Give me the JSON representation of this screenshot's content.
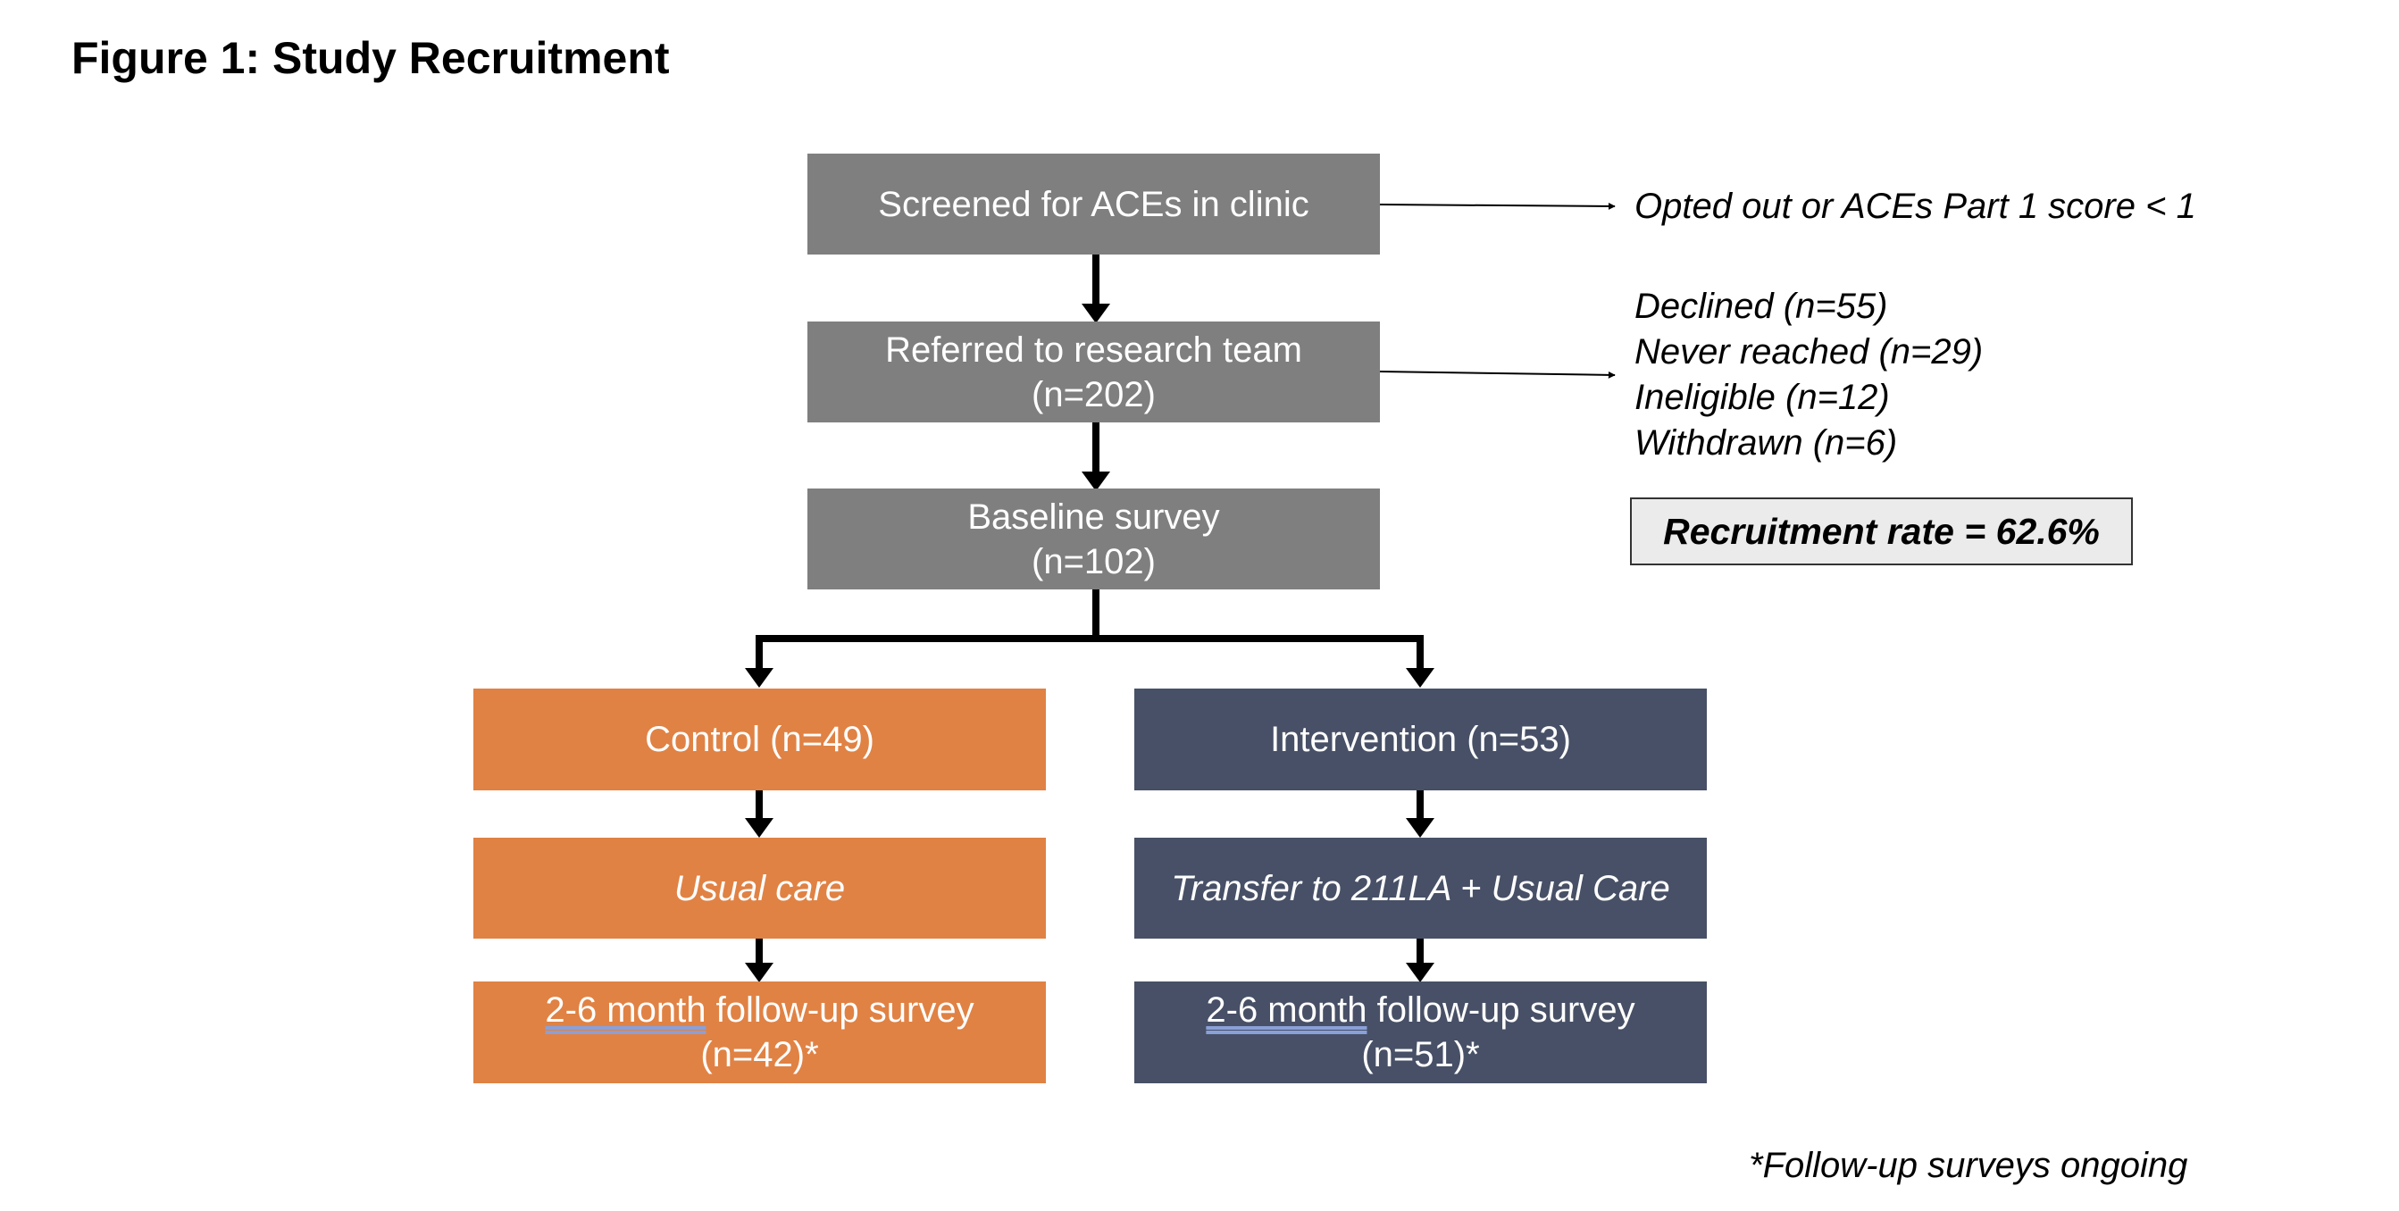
{
  "title": "Figure 1: Study Recruitment",
  "boxes": {
    "screened": {
      "line1": "Screened for ACEs in clinic"
    },
    "referred": {
      "line1": "Referred to research team",
      "line2": "(n=202)"
    },
    "baseline": {
      "line1": "Baseline survey",
      "line2": "(n=102)"
    },
    "control": {
      "line1": "Control (n=49)"
    },
    "intervention": {
      "line1": "Intervention (n=53)"
    },
    "usual_care": {
      "line1": "Usual care"
    },
    "transfer": {
      "line1": "Transfer to 211LA + Usual Care"
    },
    "control_followup": {
      "underlined": "2-6 month",
      "rest": " follow-up survey",
      "line2": "(n=42)*"
    },
    "intervention_followup": {
      "underlined": "2-6 month",
      "rest": " follow-up survey",
      "line2": "(n=51)*"
    }
  },
  "exclusions": {
    "opted_out": "Opted out or ACEs Part 1 score < 1",
    "reasons": [
      "Declined (n=55)",
      "Never reached (n=29)",
      "Ineligible (n=12)",
      "Withdrawn (n=6)"
    ]
  },
  "recruitment_rate": "Recruitment rate = 62.6%",
  "footnote": "*Follow-up surveys ongoing",
  "colors": {
    "gray": "#7f7f7f",
    "orange": "#e08244",
    "navy": "#475066"
  }
}
